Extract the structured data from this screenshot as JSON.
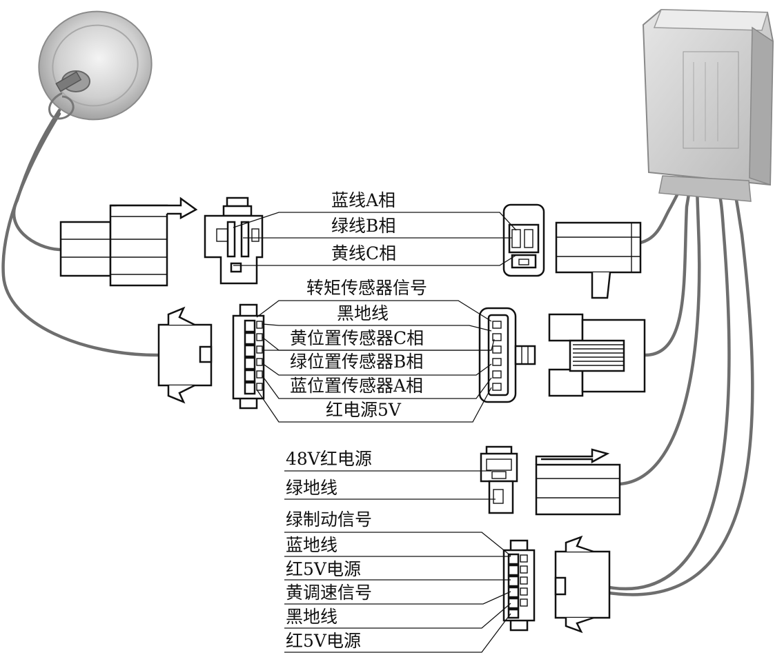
{
  "motor_connector_labels": [
    "蓝线A相",
    "绿线B相",
    "黄线C相"
  ],
  "hall_sensor_labels": [
    "转矩传感器信号",
    "黑地线",
    "黄位置传感器C相",
    "绿位置传感器B相",
    "蓝位置传感器A相",
    "红电源5V"
  ],
  "power_labels": [
    "48V红电源",
    "绿地线"
  ],
  "throttle_brake_labels": [
    "绿制动信号",
    "蓝地线",
    "红5V电源",
    "黄调速信号",
    "黑地线",
    "红5V电源"
  ],
  "colors": {
    "cable": "#6e6e6e",
    "ink": "#111111",
    "motor": "#c9c9c9",
    "controller": "#d2d2d2"
  }
}
